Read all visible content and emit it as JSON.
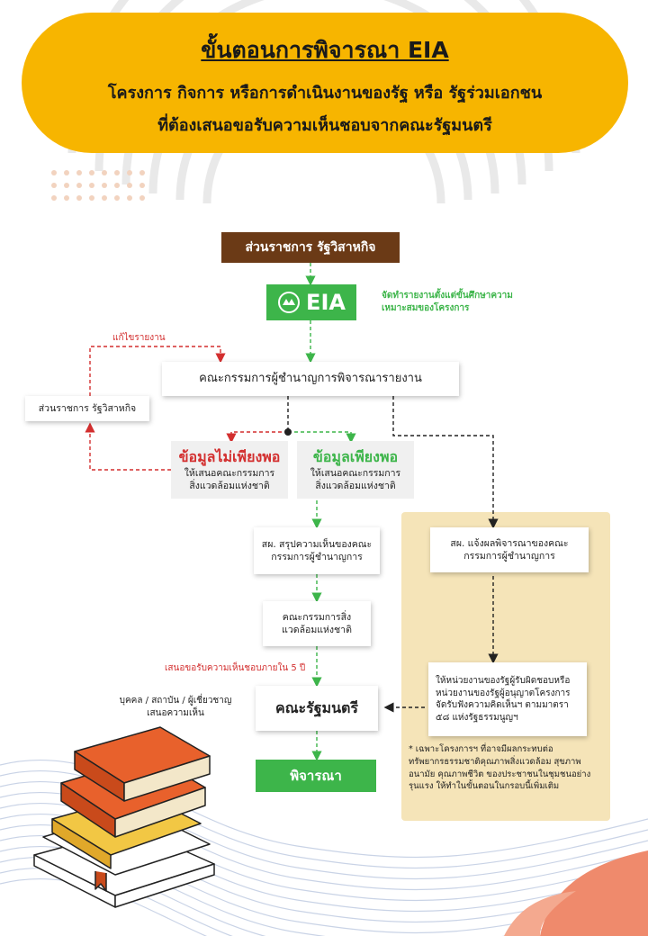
{
  "header": {
    "title": "ขั้นตอนการพิจารณา EIA",
    "line1": "โครงการ กิจการ หรือการดำเนินงานของรัฐ หรือ รัฐร่วมเอกชน",
    "line2": "ที่ต้องเสนอขอรับความเห็นชอบจากคณะรัฐมนตรี"
  },
  "flow": {
    "agency_top": "ส่วนราชการ รัฐวิสาหกิจ",
    "eia": "EIA",
    "eia_note": "จัดทำรายงานตั้งแต่ขั้นศึกษาความเหมาะสมของโครงการ",
    "revise_label": "แก้ไขรายงาน",
    "committee": "คณะกรรมการผู้ชำนาญการพิจารณารายงาน",
    "agency_left": "ส่วนราชการ รัฐวิสาหกิจ",
    "insufficient_title": "ข้อมูลไม่เพียงพอ",
    "insufficient_desc": "ให้เสนอคณะกรรมการสิ่งแวดล้อมแห่งชาติ",
    "sufficient_title": "ข้อมูลเพียงพอ",
    "sufficient_desc": "ให้เสนอคณะกรรมการสิ่งแวดล้อมแห่งชาติ",
    "onep_summary": "สผ. สรุปความเห็นของคณะกรรมการผู้ชำนาญการ",
    "national_env": "คณะกรรมการสิ่งแวดล้อมแห่งชาติ",
    "submit_label": "เสนอขอรับความเห็นชอบภายใน 5 ปี",
    "public_label": "บุคคล / สถาบัน / ผู้เชี่ยวชาญ เสนอความเห็น",
    "cabinet": "คณะรัฐมนตรี",
    "consider": "พิจารณา",
    "onep_notify": "สผ. แจ้งผลพิจารณาของคณะกรรมการผู้ชำนาญการ",
    "hearing": "ให้หน่วยงานของรัฐผู้รับผิดชอบหรือหน่วยงานของรัฐผู้อนุญาตโครงการ จัดรับฟังความคิดเห็นฯ ตามมาตรา ๕๘ แห่งรัฐธรรมนูญฯ",
    "footnote": "* เฉพาะโครงการฯ ที่อาจมีผลกระทบต่อทรัพยากรธรรมชาติคุณภาพสิ่งแวดล้อม สุขภาพ อนามัย คุณภาพชีวิต ของประชาชนในชุมชนอย่างรุนแรง ให้ทำในขั้นตอนในกรอบนี้เพิ่มเติม"
  },
  "colors": {
    "header_bg": "#f7b500",
    "top_box": "#6b3a16",
    "green": "#3db54a",
    "red": "#d32f2f",
    "panel": "#f5e4b8"
  },
  "icons": {
    "eia_logo": "circular-emblem-icon",
    "decor": "books-stack-illustration"
  }
}
